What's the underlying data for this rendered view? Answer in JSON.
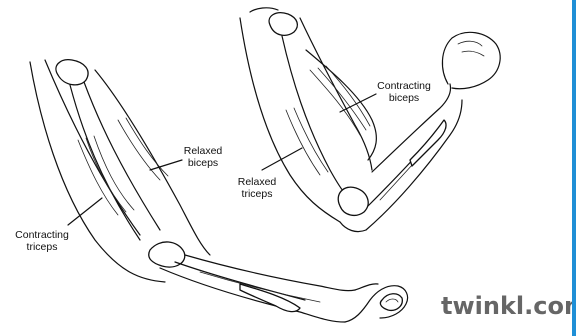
{
  "labels": {
    "relaxed_biceps": [
      "Relaxed",
      "biceps"
    ],
    "contracting_triceps": [
      "Contracting",
      "triceps"
    ],
    "contracting_biceps": [
      "Contracting",
      "biceps"
    ],
    "relaxed_triceps": [
      "Relaxed",
      "triceps"
    ]
  },
  "watermark": "twinkl.com",
  "colors": {
    "accent_edge": "#1f8fd6",
    "watermark": "#666666",
    "line": "#111111"
  }
}
